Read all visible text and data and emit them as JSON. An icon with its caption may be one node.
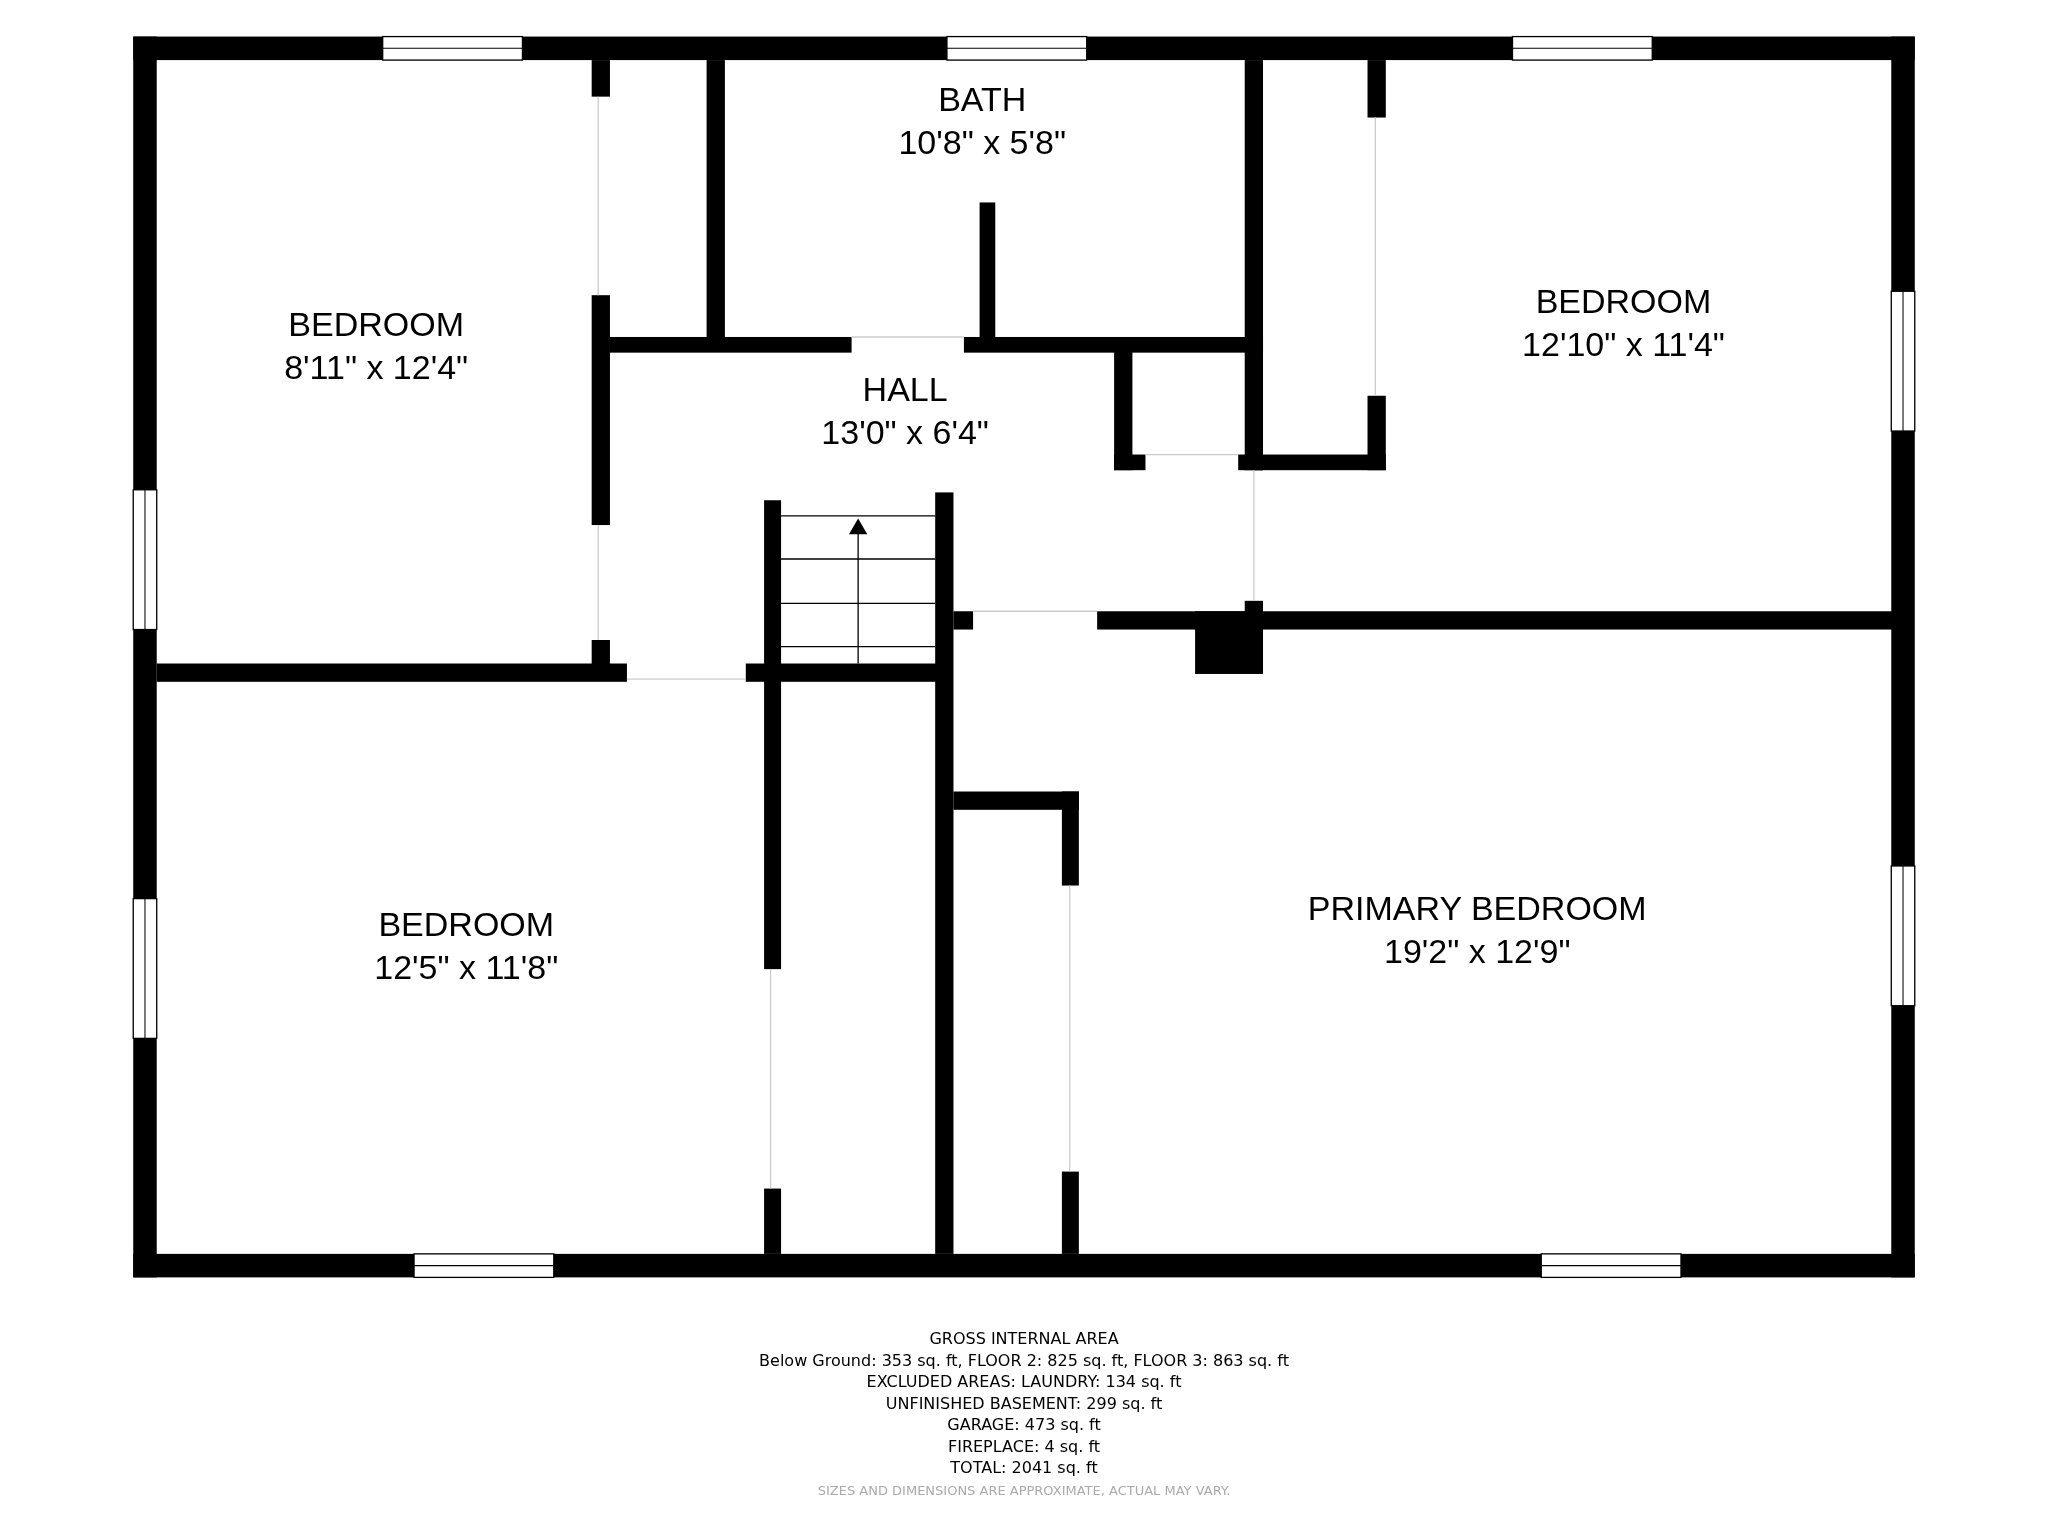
{
  "diagram": {
    "nodes": [
      {
        "text": [
          "BEDROOM",
          "8'11\" x 12'4\""
        ]
      },
      {
        "text": [
          "BATH",
          "10'8\" x 5'8\""
        ]
      },
      {
        "text": [
          "HALL",
          "13'0\" x 6'4\""
        ]
      },
      {
        "text": [
          "BEDROOM",
          "12'10\" x 11'4\""
        ]
      },
      {
        "text": [
          "BEDROOM",
          "12'5\" x 11'8\""
        ]
      },
      {
        "text": [
          "PRIMARY BEDROOM",
          "19'2\" x 12'9\""
        ]
      }
    ],
    "labels": [
      "GROSS INTERNAL AREA",
      "Below Ground: 353 sq. ft, FLOOR 2: 825 sq. ft, FLOOR 3: 863 sq. ft",
      "EXCLUDED AREAS: LAUNDRY: 134 sq. ft",
      "UNFINISHED BASEMENT: 299 sq. ft",
      "GARAGE: 473 sq. ft",
      "FIREPLACE: 4 sq. ft",
      "TOTAL: 2041 sq. ft",
      "SIZES AND DIMENSIONS ARE APPROXIMATE, ACTUAL MAY VARY."
    ]
  }
}
